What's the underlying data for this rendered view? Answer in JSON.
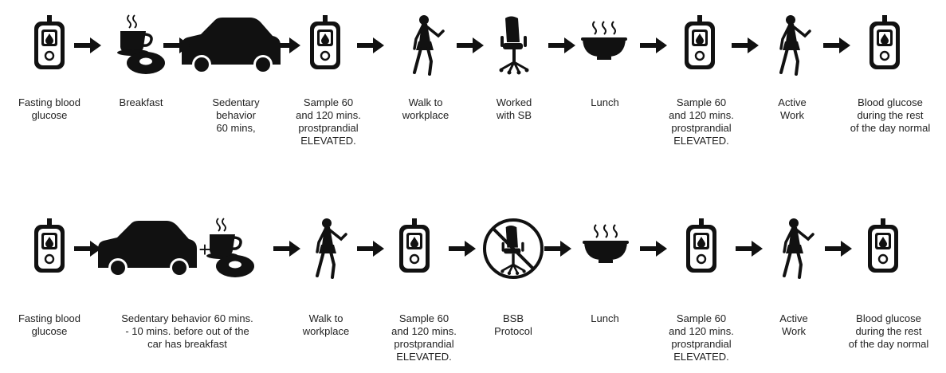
{
  "rows": [
    {
      "steps": [
        {
          "icon": "glucose-meter-icon",
          "caption": [
            "Fasting blood",
            "glucose"
          ]
        },
        {
          "icon": "breakfast-icon",
          "caption": [
            "Breakfast"
          ]
        },
        {
          "icon": "car-icon",
          "caption": [
            "Sedentary",
            "behavior",
            "60 mins,"
          ]
        },
        {
          "icon": "glucose-meter-icon",
          "caption": [
            "Sample 60",
            "and 120 mins.",
            "prostprandial",
            "ELEVATED."
          ]
        },
        {
          "icon": "walking-woman-icon",
          "caption": [
            "Walk to",
            "workplace"
          ]
        },
        {
          "icon": "office-chair-icon",
          "caption": [
            "Worked",
            "with SB"
          ]
        },
        {
          "icon": "hot-meal-bowl-icon",
          "caption": [
            "Lunch"
          ]
        },
        {
          "icon": "glucose-meter-icon",
          "caption": [
            "Sample 60",
            "and 120 mins.",
            "prostprandial",
            "ELEVATED."
          ]
        },
        {
          "icon": "walking-woman-icon",
          "caption": [
            "Active",
            "Work"
          ]
        },
        {
          "icon": "glucose-meter-icon",
          "caption": [
            "Blood glucose",
            "during the rest",
            "of the day normal"
          ]
        }
      ]
    },
    {
      "steps": [
        {
          "icon": "glucose-meter-icon",
          "caption": [
            "Fasting blood",
            "glucose"
          ]
        },
        {
          "icon": "car-plus-breakfast-icon",
          "caption": [
            "Sedentary behavior 60 mins.",
            "- 10 mins. before out of the",
            "car has breakfast"
          ]
        },
        {
          "icon": "walking-woman-icon",
          "caption": [
            "Walk to",
            "workplace"
          ]
        },
        {
          "icon": "glucose-meter-icon",
          "caption": [
            "Sample 60",
            "and 120 mins.",
            "prostprandial",
            "ELEVATED."
          ]
        },
        {
          "icon": "no-chair-icon",
          "caption": [
            "BSB",
            "Protocol"
          ]
        },
        {
          "icon": "hot-meal-bowl-icon",
          "caption": [
            "Lunch"
          ]
        },
        {
          "icon": "glucose-meter-icon",
          "caption": [
            "Sample 60",
            "and 120 mins.",
            "prostprandial",
            "ELEVATED."
          ]
        },
        {
          "icon": "walking-woman-icon",
          "caption": [
            "Active",
            "Work"
          ]
        },
        {
          "icon": "glucose-meter-icon",
          "caption": [
            "Blood glucose",
            "during the rest",
            "of the day normal"
          ]
        }
      ]
    }
  ],
  "colors": {
    "icon": "#111111",
    "text": "#222222",
    "background": "#ffffff"
  }
}
